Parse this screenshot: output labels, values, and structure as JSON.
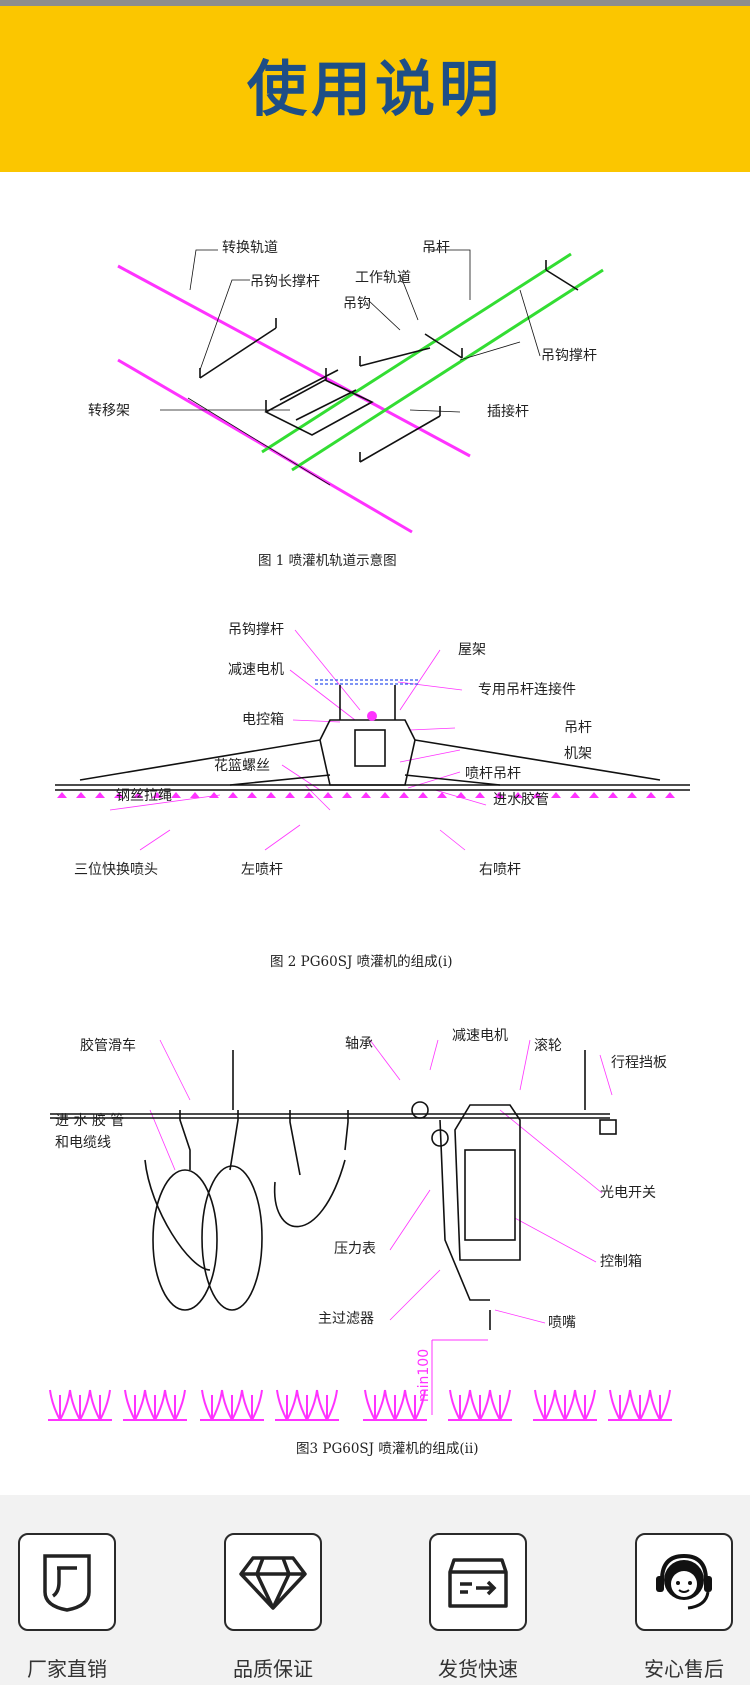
{
  "header": {
    "title": "使用说明"
  },
  "figure1": {
    "caption": "图 1    喷灌机轨道示意图",
    "labels": {
      "switch_track": "转换轨道",
      "hook_brace": "吊钩长撑杆",
      "hanger_rod": "吊杆",
      "work_track": "工作轨道",
      "hook": "吊钩",
      "hook_support": "吊钩撑杆",
      "transfer_frame": "转移架",
      "plug_rod": "插接杆"
    }
  },
  "figure2": {
    "caption": "图 2    PG60SJ 喷灌机的组成(i)",
    "labels": {
      "hook_support": "吊钩撑杆",
      "roof_frame": "屋架",
      "reducer_motor": "减速电机",
      "hanger_connector": "专用吊杆连接件",
      "control_box": "电控箱",
      "hanger_rod": "吊杆",
      "machine_frame": "机架",
      "turnbuckle": "花篮螺丝",
      "boom_hanger": "喷杆吊杆",
      "wire_rope": "钢丝拉绳",
      "inlet_hose": "进水胶管",
      "three_nozzle": "三位快换喷头",
      "left_boom": "左喷杆",
      "right_boom": "右喷杆"
    }
  },
  "figure3": {
    "caption": "图3    PG60SJ 喷灌机的组成(ii)",
    "labels": {
      "hose_trolley": "胶管滑车",
      "bearing": "轴承",
      "reducer_motor": "减速电机",
      "roller": "滚轮",
      "travel_stop": "行程挡板",
      "inlet_hose_line1": "进 水 胶 管",
      "inlet_hose_line2": "和电缆线",
      "photo_switch": "光电开关",
      "pressure_gauge": "压力表",
      "control_box": "控制箱",
      "main_filter": "主过滤器",
      "nozzle": "喷嘴",
      "min_height": "min100"
    }
  },
  "footer": {
    "items": [
      {
        "label": "厂家直销",
        "icon": "factory-icon"
      },
      {
        "label": "品质保证",
        "icon": "diamond-icon"
      },
      {
        "label": "发货快速",
        "icon": "delivery-box-icon"
      },
      {
        "label": "安心售后",
        "icon": "customer-service-icon"
      }
    ]
  },
  "colors": {
    "banner": "#fbc600",
    "title": "#1e4e86",
    "magenta": "#ff33ff",
    "green": "#33dd33"
  }
}
